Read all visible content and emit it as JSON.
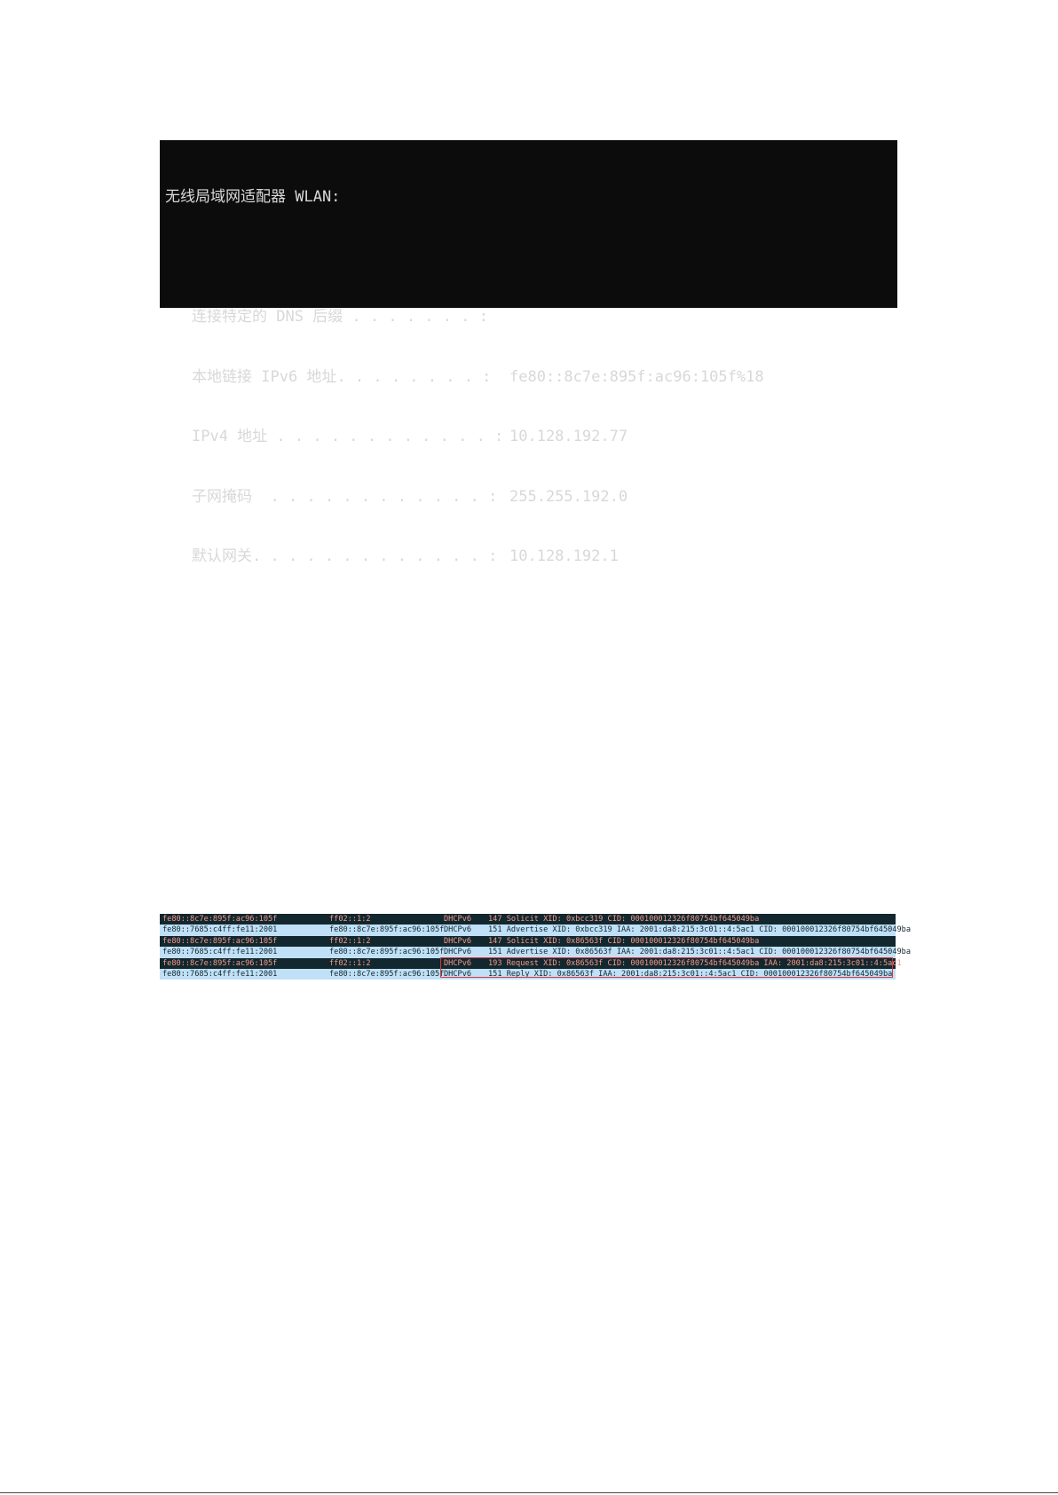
{
  "terminal": {
    "title": "无线局域网适配器 WLAN:",
    "lines": [
      {
        "label": "连接特定的 DNS 后缀 . . . . . . . :",
        "value": ""
      },
      {
        "label": "本地链接 IPv6 地址. . . . . . . . :",
        "value": "fe80::8c7e:895f:ac96:105f%18"
      },
      {
        "label": "IPv4 地址 . . . . . . . . . . . . :",
        "value": "10.128.192.77"
      },
      {
        "label": "子网掩码  . . . . . . . . . . . . :",
        "value": "255.255.192.0"
      },
      {
        "label": "默认网关. . . . . . . . . . . . . :",
        "value": "10.128.192.1"
      }
    ]
  },
  "packets": [
    {
      "source": "fe80::8c7e:895f:ac96:105f",
      "destination": "ff02::1:2",
      "protocol": "DHCPv6",
      "info": "147 Solicit XID: 0xbcc319 CID: 000100012326f80754bf645049ba",
      "style": "dark"
    },
    {
      "source": "fe80::7685:c4ff:fe11:2001",
      "destination": "fe80::8c7e:895f:ac96:105f",
      "protocol": "DHCPv6",
      "info": "151 Advertise XID: 0xbcc319 IAA: 2001:da8:215:3c01::4:5ac1 CID: 000100012326f80754bf645049ba",
      "style": "light"
    },
    {
      "source": "fe80::8c7e:895f:ac96:105f",
      "destination": "ff02::1:2",
      "protocol": "DHCPv6",
      "info": "147 Solicit XID: 0x86563f CID: 000100012326f80754bf645049ba",
      "style": "dark"
    },
    {
      "source": "fe80::7685:c4ff:fe11:2001",
      "destination": "fe80::8c7e:895f:ac96:105f",
      "protocol": "DHCPv6",
      "info": "151 Advertise XID: 0x86563f IAA: 2001:da8:215:3c01::4:5ac1 CID: 000100012326f80754bf645049ba",
      "style": "light"
    },
    {
      "source": "fe80::8c7e:895f:ac96:105f",
      "destination": "ff02::1:2",
      "protocol": "DHCPv6",
      "info": "193 Request XID: 0x86563f CID: 000100012326f80754bf645049ba IAA: 2001:da8:215:3c01::4:5ac1",
      "style": "dark"
    },
    {
      "source": "fe80::7685:c4ff:fe11:2001",
      "destination": "fe80::8c7e:895f:ac96:105f",
      "protocol": "DHCPv6",
      "info": "151 Reply XID: 0x86563f IAA: 2001:da8:215:3c01::4:5ac1 CID: 000100012326f80754bf645049ba",
      "style": "light"
    }
  ],
  "highlight_color": "#e0333a"
}
